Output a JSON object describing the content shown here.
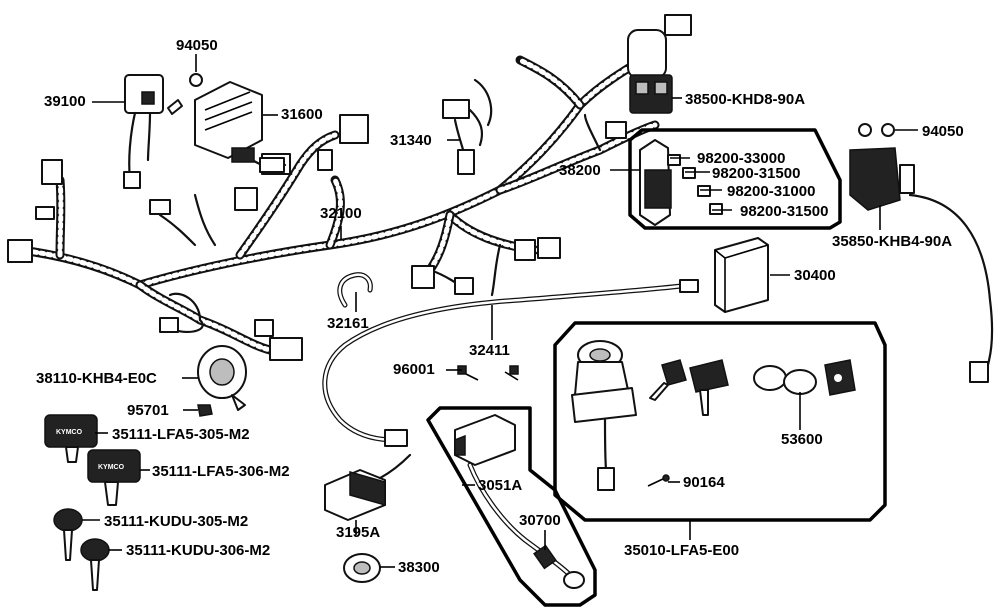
{
  "parts": {
    "p94050a": "94050",
    "p39100": "39100",
    "p31600": "31600",
    "p38500": "38500-KHD8-90A",
    "p31340": "31340",
    "p94050b": "94050",
    "p38200": "38200",
    "p98200_33000": "98200-33000",
    "p98200_31500a": "98200-31500",
    "p98200_31000": "98200-31000",
    "p98200_31500b": "98200-31500",
    "p32100": "32100",
    "p35850": "35850-KHB4-90A",
    "p30400": "30400",
    "p32161": "32161",
    "p32411": "32411",
    "p96001": "96001",
    "p38110": "38110-KHB4-E0C",
    "p95701": "95701",
    "p35111_305": "35111-LFA5-305-M2",
    "p35111_306": "35111-LFA5-306-M2",
    "p3051A": "3051A",
    "p90164": "90164",
    "p53600": "53600",
    "p30700": "30700",
    "p35111_kudu305": "35111-KUDU-305-M2",
    "p3195A": "3195A",
    "p35010": "35010-LFA5-E00",
    "p35111_kudu306": "35111-KUDU-306-M2",
    "p38300": "38300"
  },
  "key_brand": "KYMCO"
}
